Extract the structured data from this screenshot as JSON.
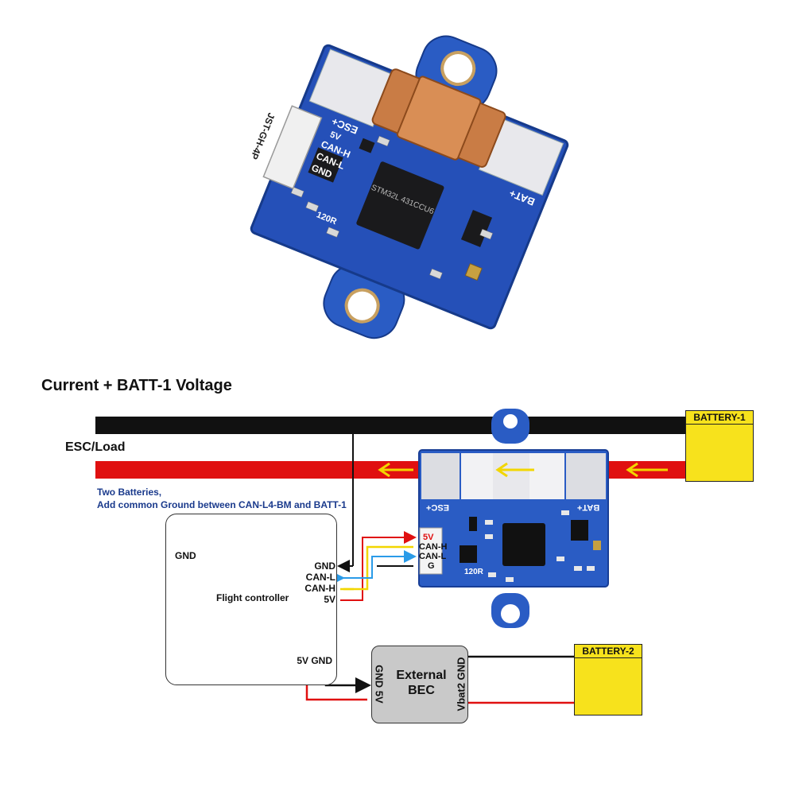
{
  "title": "Current + BATT-1 Voltage",
  "esc_label": "ESC/Load",
  "note": {
    "line1": "Two Batteries,",
    "line2": "Add common Ground between CAN-L4-BM and BATT-1"
  },
  "flight_controller": {
    "name": "Flight controller",
    "gnd_label": "GND",
    "pins": [
      "GND",
      "CAN-L",
      "CAN-H",
      "5V"
    ],
    "power_pins": "5V GND"
  },
  "module_connector": {
    "pins": [
      "5V",
      "CAN-H",
      "CAN-L",
      "G"
    ]
  },
  "module_silk": {
    "esc": "ESC+",
    "bat": "BAT+",
    "res": "120R"
  },
  "photo_board": {
    "connector_type": "JST-GH-4P",
    "pins": [
      "5V",
      "CAN-H",
      "CAN-L",
      "GND"
    ],
    "esc": "ESC+",
    "bat": "BAT+",
    "res": "120R",
    "chip_text": "STM32L 431CCU6"
  },
  "battery1": {
    "label": "BATTERY-1"
  },
  "battery2": {
    "label": "BATTERY-2"
  },
  "bec": {
    "line1": "External",
    "line2": "BEC",
    "left_pins": "GND 5V",
    "right_pins": "Vbat2 GND"
  },
  "colors": {
    "wire_black": "#111111",
    "wire_red": "#e01010",
    "wire_yellow": "#f2d600",
    "wire_blue": "#2a9be8",
    "board_blue": "#1f44a8",
    "battery_yellow": "#f7e21c",
    "note_blue": "#1a3a8c"
  }
}
